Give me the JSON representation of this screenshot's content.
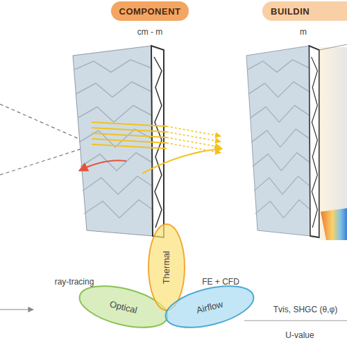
{
  "diagram": {
    "nodes": [
      {
        "text": [
          "COMPONENT"
        ]
      },
      {
        "text": [
          "BUILDIN"
        ]
      },
      {
        "text": [
          "Optical"
        ]
      },
      {
        "text": [
          "Thermal"
        ]
      },
      {
        "text": [
          "Airflow"
        ]
      }
    ],
    "labels": [
      "cm - m",
      "m",
      "ray-tracing",
      "FE + CFD",
      "Tvis, SHGC (θ,φ)",
      "U-value"
    ]
  }
}
